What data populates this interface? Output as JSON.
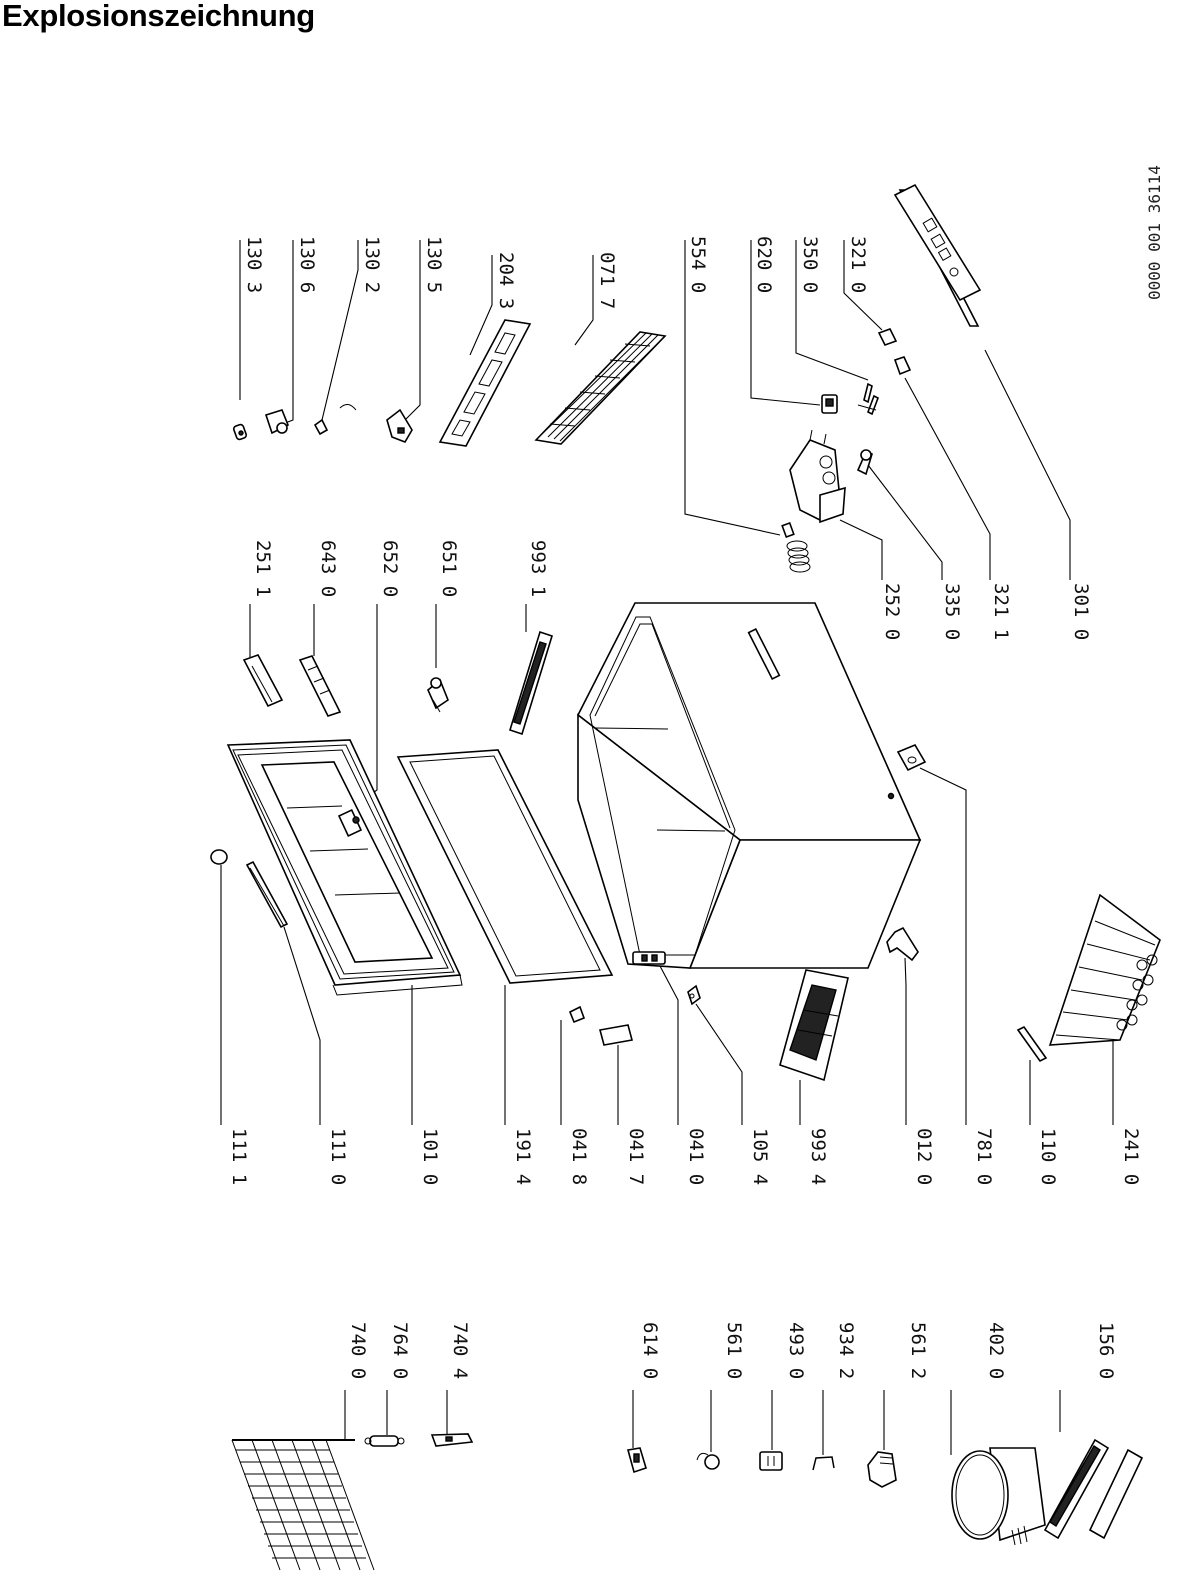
{
  "header": {
    "title": "Explosionszeichnung"
  },
  "drawing_reference": "0000 001  36114",
  "parts": {
    "p1303": "130 3",
    "p1306": "130 6",
    "p1302": "130 2",
    "p1305": "130 5",
    "p2043": "204 3",
    "p0717": "071 7",
    "p5540": "554 0",
    "p6200": "620 0",
    "p3500": "350 0",
    "p3210": "321 0",
    "p2511": "251 1",
    "p6430": "643 0",
    "p6520": "652 0",
    "p6510": "651 0",
    "p9931": "993 1",
    "p2520": "252 0",
    "p3350": "335 0",
    "p3211": "321 1",
    "p3010": "301 0",
    "p1111": "111 1",
    "p1110": "111 0",
    "p1010": "101 0",
    "p1914": "191 4",
    "p0418": "041 8",
    "p0417": "041 7",
    "p0410": "041 0",
    "p1054": "105 4",
    "p9934": "993 4",
    "p0120": "012 0",
    "p7810": "781 0",
    "p1100": "110 0",
    "p2410": "241 0",
    "p7400": "740 0",
    "p7640": "764 0",
    "p7404": "740 4",
    "p6140": "614 0",
    "p5610": "561 0",
    "p4930": "493 0",
    "p9342": "934 2",
    "p5612": "561 2",
    "p4020": "402 0",
    "p1560": "156 0"
  }
}
